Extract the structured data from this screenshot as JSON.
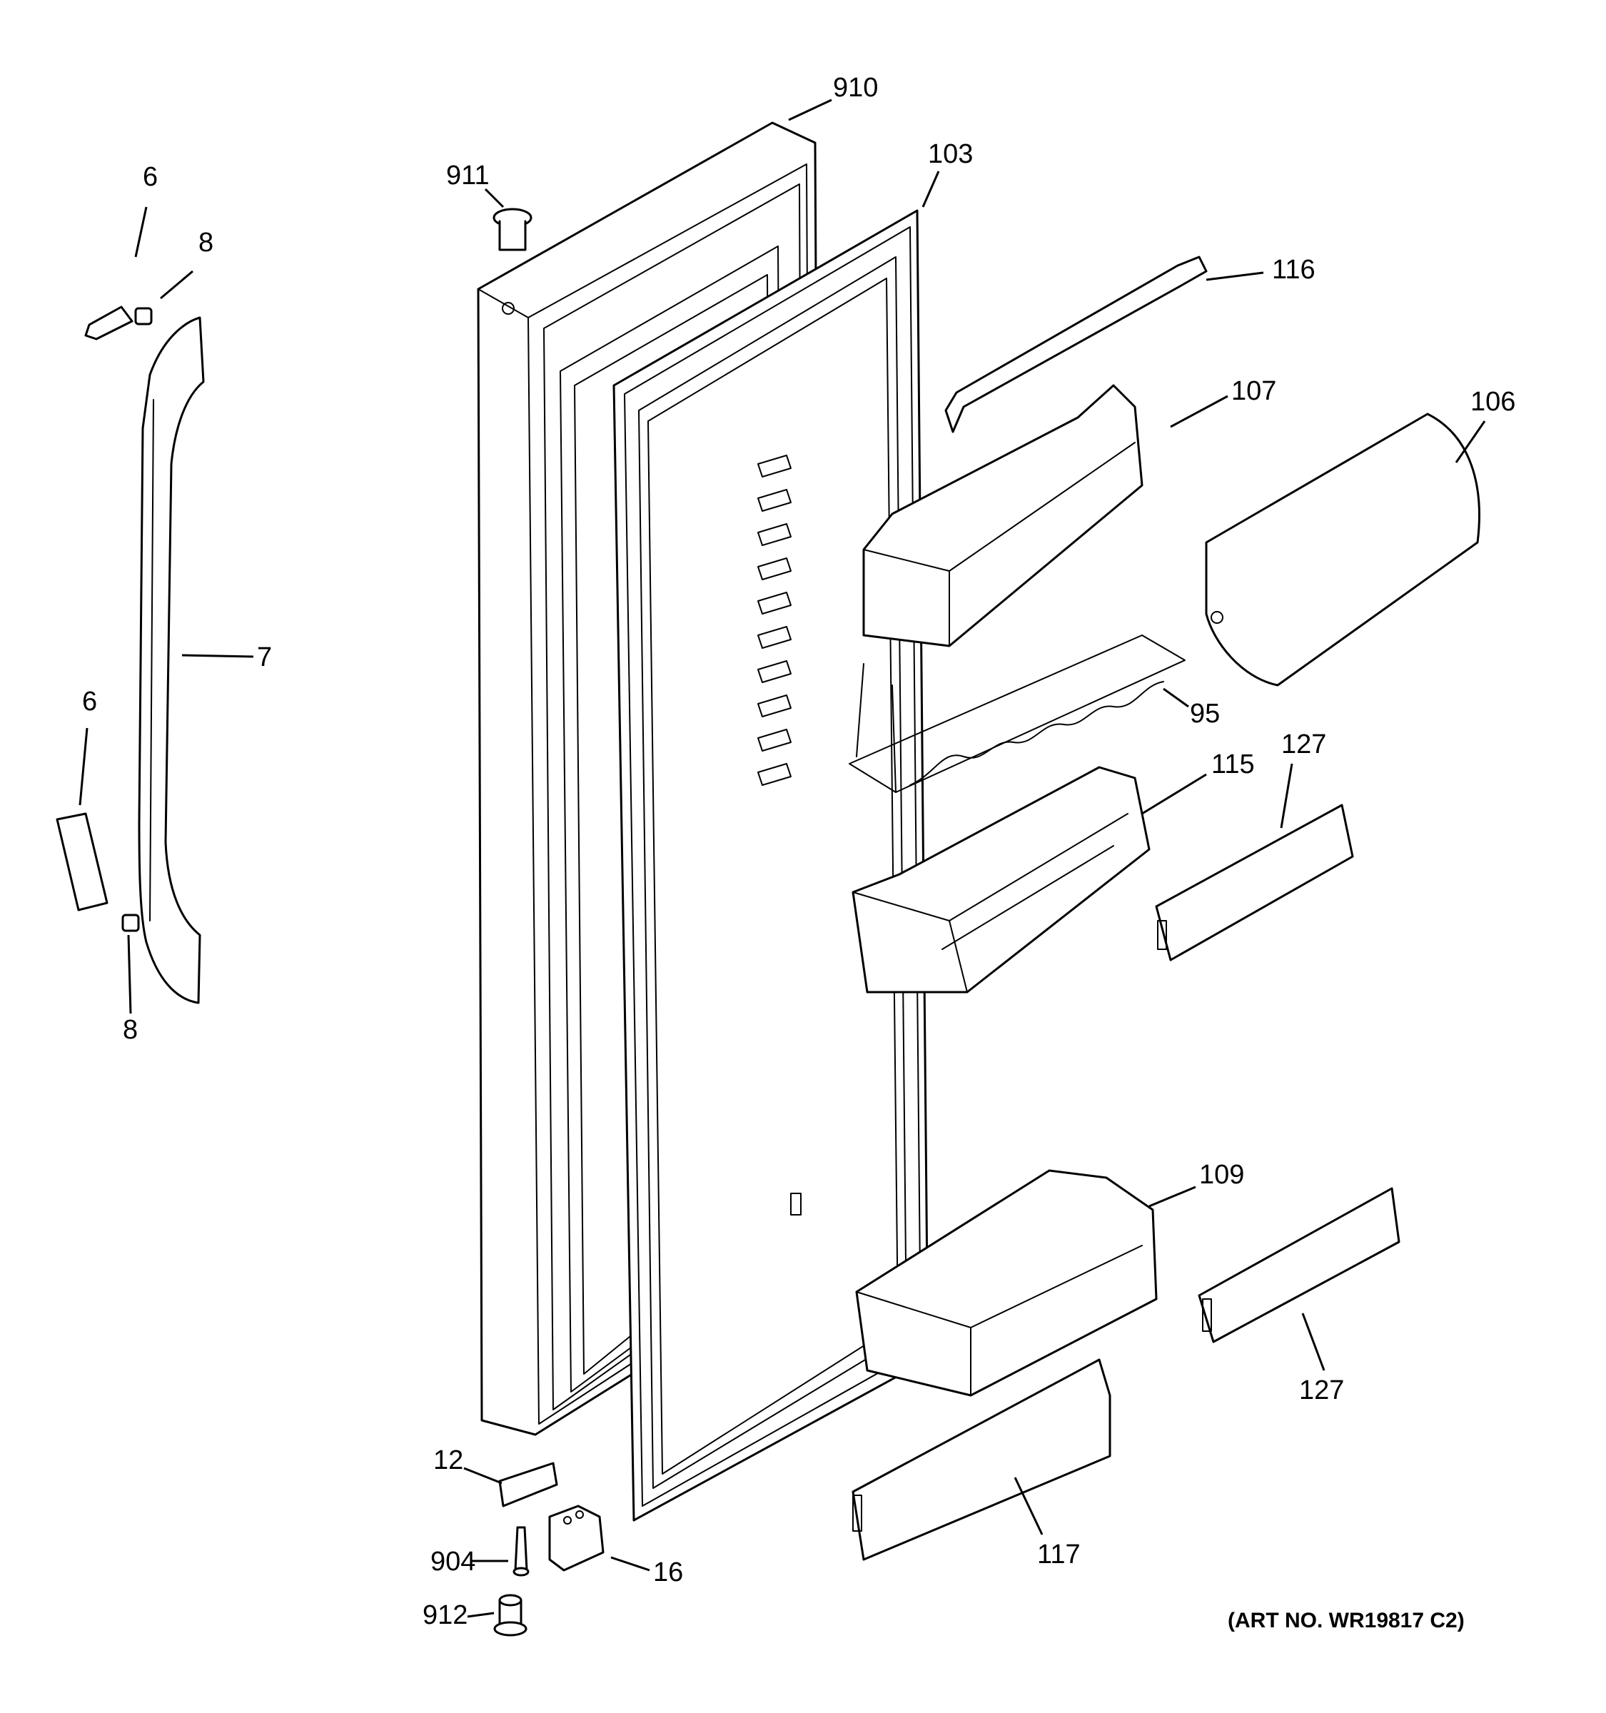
{
  "callouts": {
    "c910": "910",
    "c911": "911",
    "c103": "103",
    "c116": "116",
    "c107": "107",
    "c106": "106",
    "c6a": "6",
    "c8a": "8",
    "c7": "7",
    "c6b": "6",
    "c8b": "8",
    "c95": "95",
    "c115": "115",
    "c127a": "127",
    "c109": "109",
    "c127b": "127",
    "c12": "12",
    "c904": "904",
    "c16": "16",
    "c117": "117",
    "c912": "912"
  },
  "art_number": "(ART NO. WR19817 C2)"
}
